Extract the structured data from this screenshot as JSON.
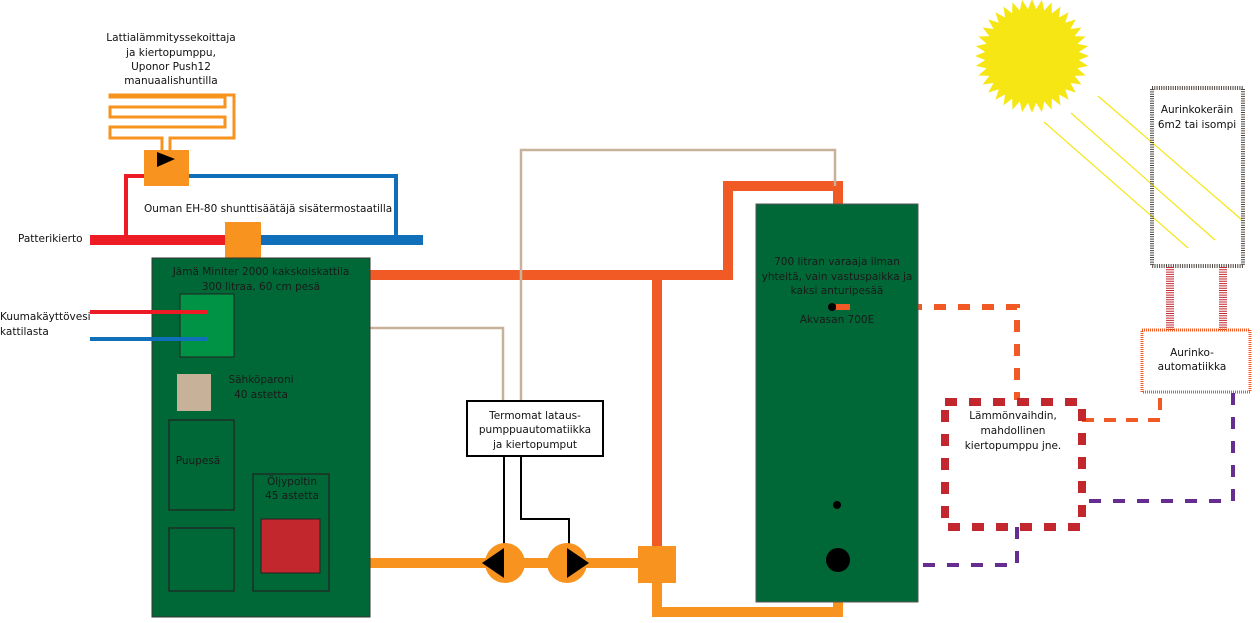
{
  "labels": {
    "floor_heating": [
      "Lattialämmityssekoittaja",
      "ja kiertopumppu,",
      "Uponor Push12",
      "manuaalishuntilla"
    ],
    "shunt_controller": "Ouman EH-80 shunttisäätäjä  sisätermostaatilla",
    "radiator_circuit": "Patterikierto",
    "hot_water": [
      "Kuumakäyttövesi",
      "kattilasta"
    ],
    "boiler": [
      "Jämä Miniter 2000 kakskoiskattila",
      "300 litraa, 60 cm pesä"
    ],
    "electric_heater": [
      "Sähköparoni",
      "40 astetta"
    ],
    "wood_chamber": "Puupesä",
    "oil_burner": [
      "Öljypoltin",
      "45 astetta"
    ],
    "pump_controller": [
      "Termomat lataus-",
      "pumppuautomatiikka",
      "ja kiertopumput"
    ],
    "tank": [
      "700 litran varaaja ilman",
      "yhteitä, vain vastuspaikka ja",
      "kaksi anturipesää"
    ],
    "tank_model": "Akvasan 700E",
    "heat_exchanger": [
      "Lämmönvaihdin,",
      "mahdollinen",
      "kiertopumppu jne."
    ],
    "solar_collector": [
      "Aurinkokeräin",
      "6m2 tai isompi"
    ],
    "solar_controller": [
      "Aurinko-",
      "automatiikka"
    ]
  },
  "colors": {
    "boiler_green": "#006837",
    "hot_red": "#ed1c24",
    "cold_blue": "#0f6fb8",
    "orange": "#f7931e",
    "orange_red": "#f15a24",
    "tan": "#c7b299",
    "dark_red": "#c1272d",
    "purple": "#662d91",
    "sun_yellow": "#f5e614"
  }
}
